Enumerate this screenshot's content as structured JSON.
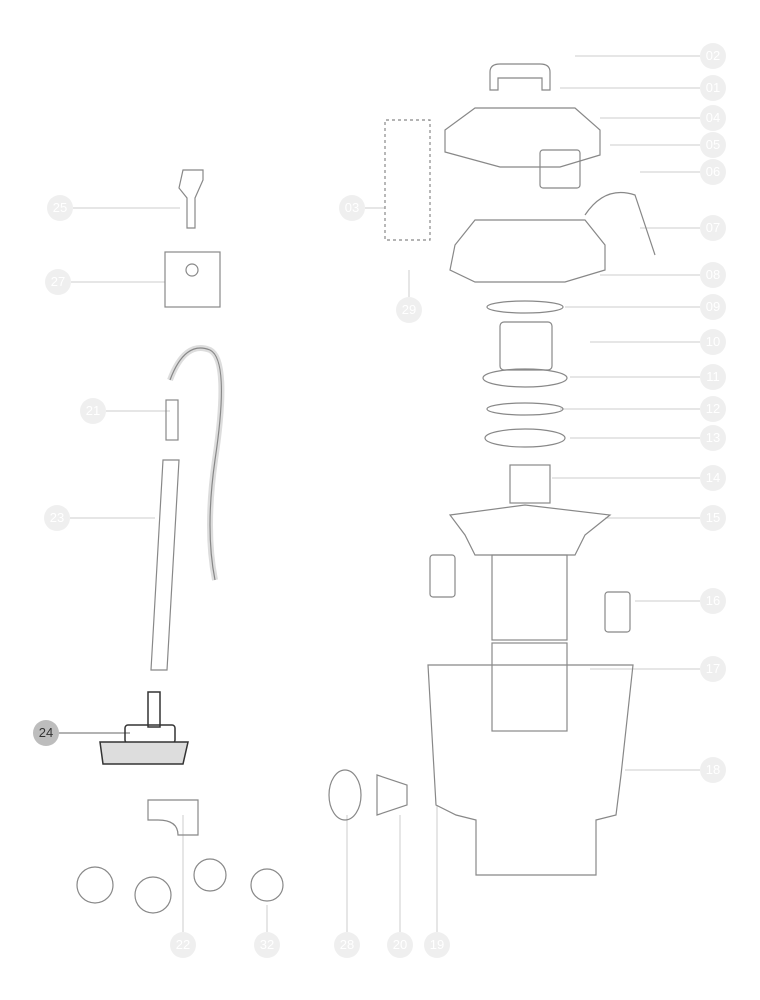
{
  "title": "Exploded parts diagram",
  "highlight_color": "#bdbdbd",
  "callouts_right": [
    "02",
    "01",
    "04",
    "05",
    "06",
    "07",
    "08",
    "09",
    "10",
    "11",
    "12",
    "13",
    "14",
    "15",
    "16",
    "17",
    "18"
  ],
  "callouts_left": [
    "25",
    "27",
    "21",
    "23"
  ],
  "callout_highlighted": "24",
  "callouts_middle": [
    "03",
    "29"
  ],
  "callouts_bottom": [
    "22",
    "32",
    "28",
    "20",
    "19"
  ]
}
